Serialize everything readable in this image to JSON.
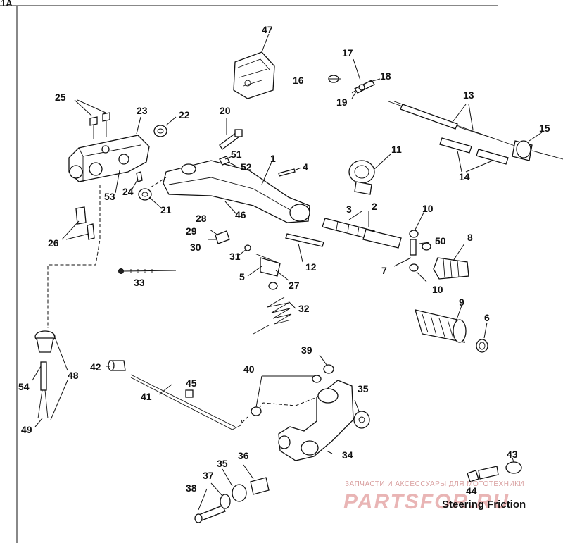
{
  "page": {
    "section": "1A",
    "caption": "Steering Friction"
  },
  "watermark": {
    "subtitle": "ЗАПЧАСТИ И АКСЕССУАРЫ ДЛЯ МОТОТЕХНИКИ",
    "logo": "PARTSFOR.RU"
  },
  "callouts": [
    "47",
    "17",
    "16",
    "18",
    "19",
    "13",
    "15",
    "25",
    "23",
    "22",
    "20",
    "51",
    "52",
    "1",
    "4",
    "11",
    "14",
    "24",
    "53",
    "21",
    "46",
    "3",
    "2",
    "10",
    "26",
    "28",
    "29",
    "30",
    "31",
    "50",
    "8",
    "5",
    "27",
    "7",
    "10",
    "33",
    "12",
    "32",
    "9",
    "6",
    "39",
    "42",
    "40",
    "35",
    "54",
    "48",
    "41",
    "45",
    "49",
    "34",
    "35",
    "36",
    "43",
    "37",
    "38",
    "44"
  ]
}
